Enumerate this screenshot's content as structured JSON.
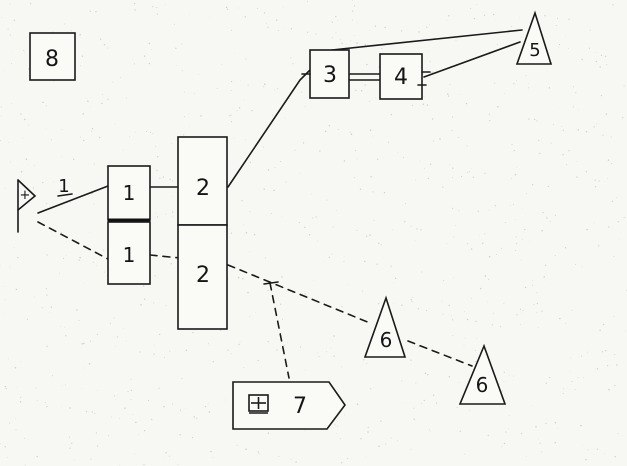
{
  "diagram": {
    "boxes": [
      {
        "id": "box-8",
        "label": "8"
      },
      {
        "id": "box-1-top",
        "label": "1"
      },
      {
        "id": "box-1-bottom",
        "label": "1"
      },
      {
        "id": "box-2-top",
        "label": "2"
      },
      {
        "id": "box-2-bottom",
        "label": "2"
      },
      {
        "id": "box-3",
        "label": "3"
      },
      {
        "id": "box-4",
        "label": "4"
      }
    ],
    "triangles": [
      {
        "id": "triangle-5",
        "label": "5"
      },
      {
        "id": "triangle-6-upper",
        "label": "6"
      },
      {
        "id": "triangle-6-lower",
        "label": "6"
      }
    ],
    "flag": {
      "id": "flag-left",
      "symbol": "+"
    },
    "line_label": "1",
    "pentagon": {
      "id": "pentagon-7",
      "label": "7",
      "icon": "plus-box-icon"
    },
    "colors": {
      "ink": "#1a1a1a",
      "paper": "#f7f7f4"
    }
  }
}
